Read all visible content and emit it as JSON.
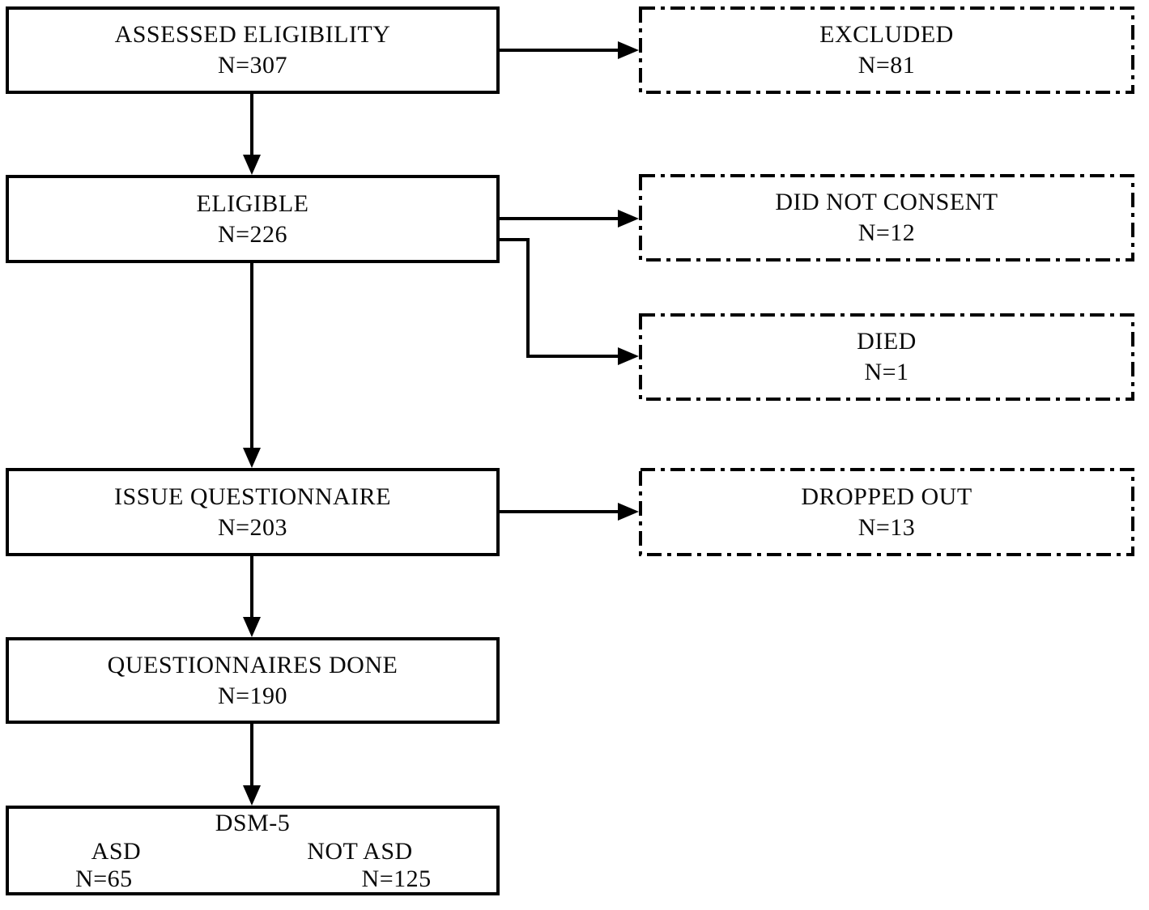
{
  "figure": {
    "type": "flow-diagram",
    "background_color": "#ffffff",
    "line_color": "#000000",
    "text_color": "#0a0a0a"
  },
  "boxes": {
    "assessed_eligibility": {
      "label": "ASSESSED ELIGIBILITY",
      "count": "N=307",
      "border": "solid"
    },
    "excluded": {
      "label": "EXCLUDED",
      "count": "N=81",
      "border": "dash-dot"
    },
    "eligible": {
      "label": "ELIGIBLE",
      "count": "N=226",
      "border": "solid"
    },
    "did_not_consent": {
      "label": "DID NOT CONSENT",
      "count": "N=12",
      "border": "dash-dot"
    },
    "died": {
      "label": "DIED",
      "count": "N=1",
      "border": "dash-dot"
    },
    "issue_questionnaire": {
      "label": "ISSUE QUESTIONNAIRE",
      "count": "N=203",
      "border": "solid"
    },
    "dropped_out": {
      "label": "DROPPED OUT",
      "count": "N=13",
      "border": "dash-dot"
    },
    "questionnaires_done": {
      "label": "QUESTIONNAIRES DONE",
      "count": "N=190",
      "border": "solid"
    },
    "dsm5": {
      "title": "DSM-5",
      "left_label": "ASD",
      "left_count": "N=65",
      "right_label": "NOT ASD",
      "right_count": "N=125",
      "border": "solid"
    }
  },
  "edges": [
    {
      "from": "assessed_eligibility",
      "to": "excluded"
    },
    {
      "from": "assessed_eligibility",
      "to": "eligible"
    },
    {
      "from": "eligible",
      "to": "did_not_consent"
    },
    {
      "from": "eligible",
      "to": "died"
    },
    {
      "from": "eligible",
      "to": "issue_questionnaire"
    },
    {
      "from": "issue_questionnaire",
      "to": "dropped_out"
    },
    {
      "from": "issue_questionnaire",
      "to": "questionnaires_done"
    },
    {
      "from": "questionnaires_done",
      "to": "dsm5"
    }
  ]
}
